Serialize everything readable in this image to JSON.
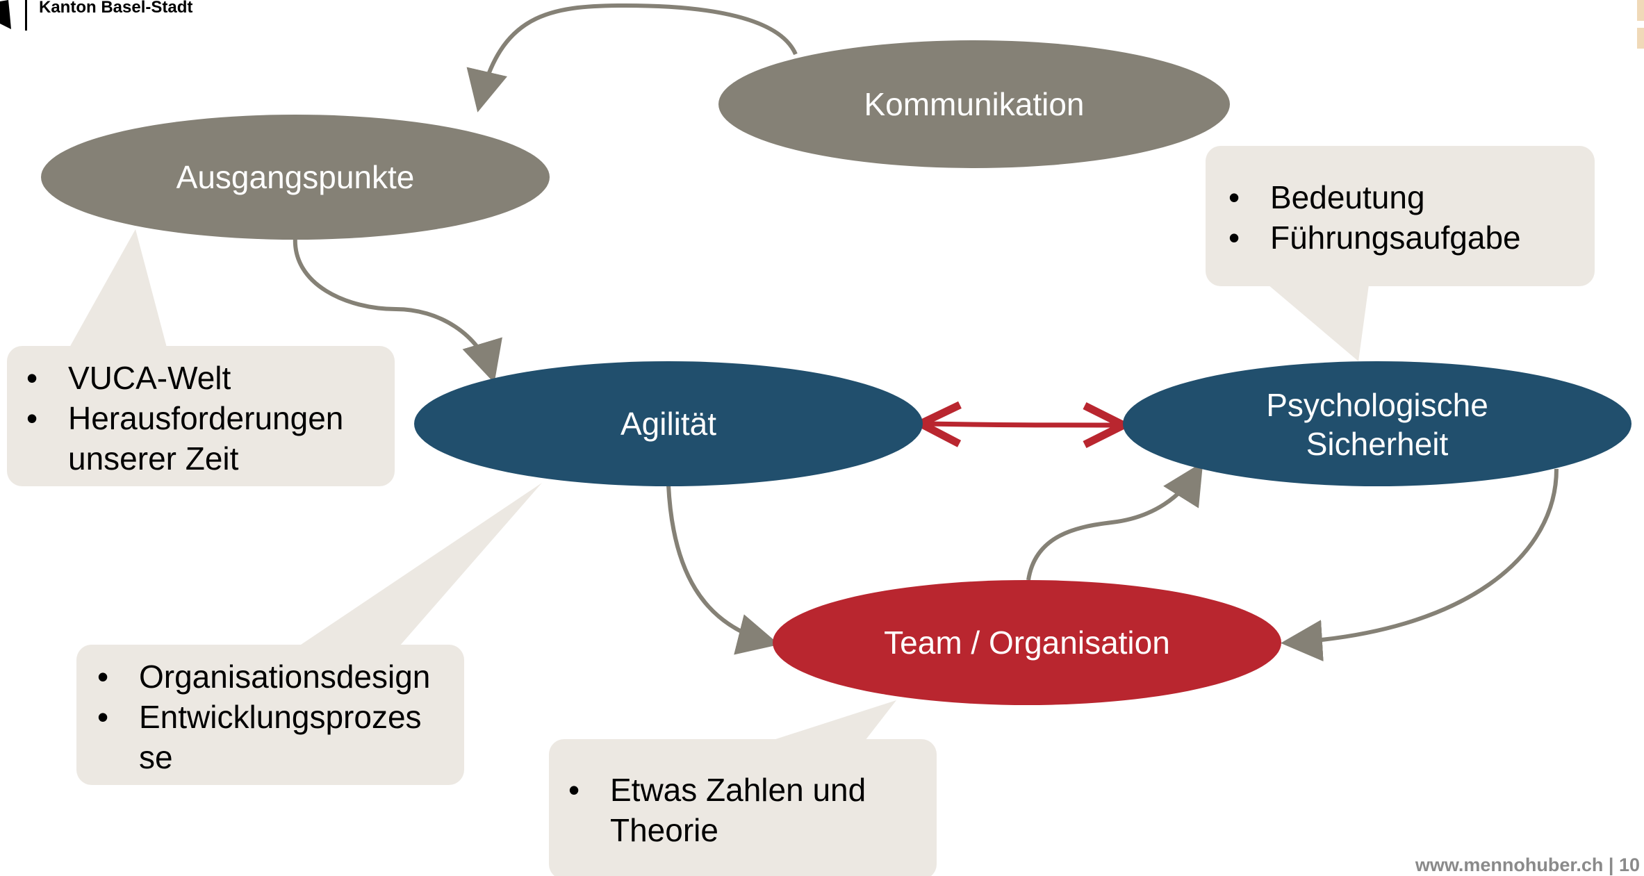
{
  "header": {
    "org": "Kanton Basel-Stadt"
  },
  "footer": {
    "text": "www.mennohuber.ch | 10"
  },
  "colors": {
    "grey_node": "#858176",
    "blue_node": "#214f6d",
    "red_node": "#b9262f",
    "callout_bg": "#ece8e2",
    "grey_arrow": "#858176",
    "red_arrow": "#b9262f"
  },
  "nodes": {
    "kommunikation": "Kommunikation",
    "ausgangspunkte": "Ausgangspunkte",
    "agilitaet": "Agilität",
    "psych_line1": "Psychologische",
    "psych_line2": "Sicherheit",
    "team": "Team / Organisation"
  },
  "callouts": {
    "ausgangspunkte": [
      "VUCA-Welt",
      "Herausforderungen unserer Zeit"
    ],
    "agilitaet": [
      "Organisationsdesign",
      "Entwicklungsprozes se"
    ],
    "psych": [
      "Bedeutung",
      "Führungsaufgabe"
    ],
    "team": [
      "Etwas Zahlen und Theorie"
    ]
  }
}
